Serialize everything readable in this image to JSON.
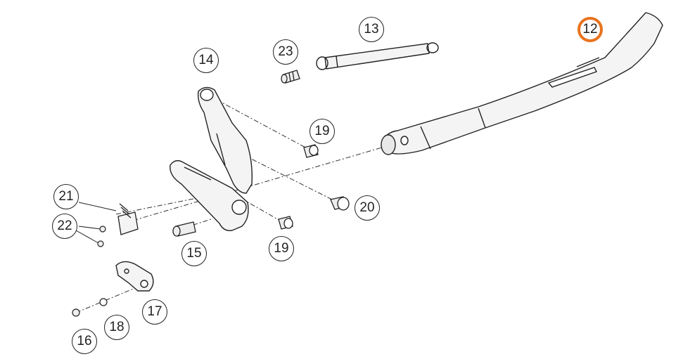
{
  "diagram": {
    "highlight_color": "#e8731e",
    "line_color": "#222222",
    "part_fill": "#f4f4f4",
    "callouts": {
      "c12": "12",
      "c13": "13",
      "c14": "14",
      "c15": "15",
      "c16": "16",
      "c17": "17",
      "c18": "18",
      "c19a": "19",
      "c19b": "19",
      "c20": "20",
      "c21": "21",
      "c22": "22",
      "c23": "23"
    },
    "highlighted_part": "12"
  }
}
